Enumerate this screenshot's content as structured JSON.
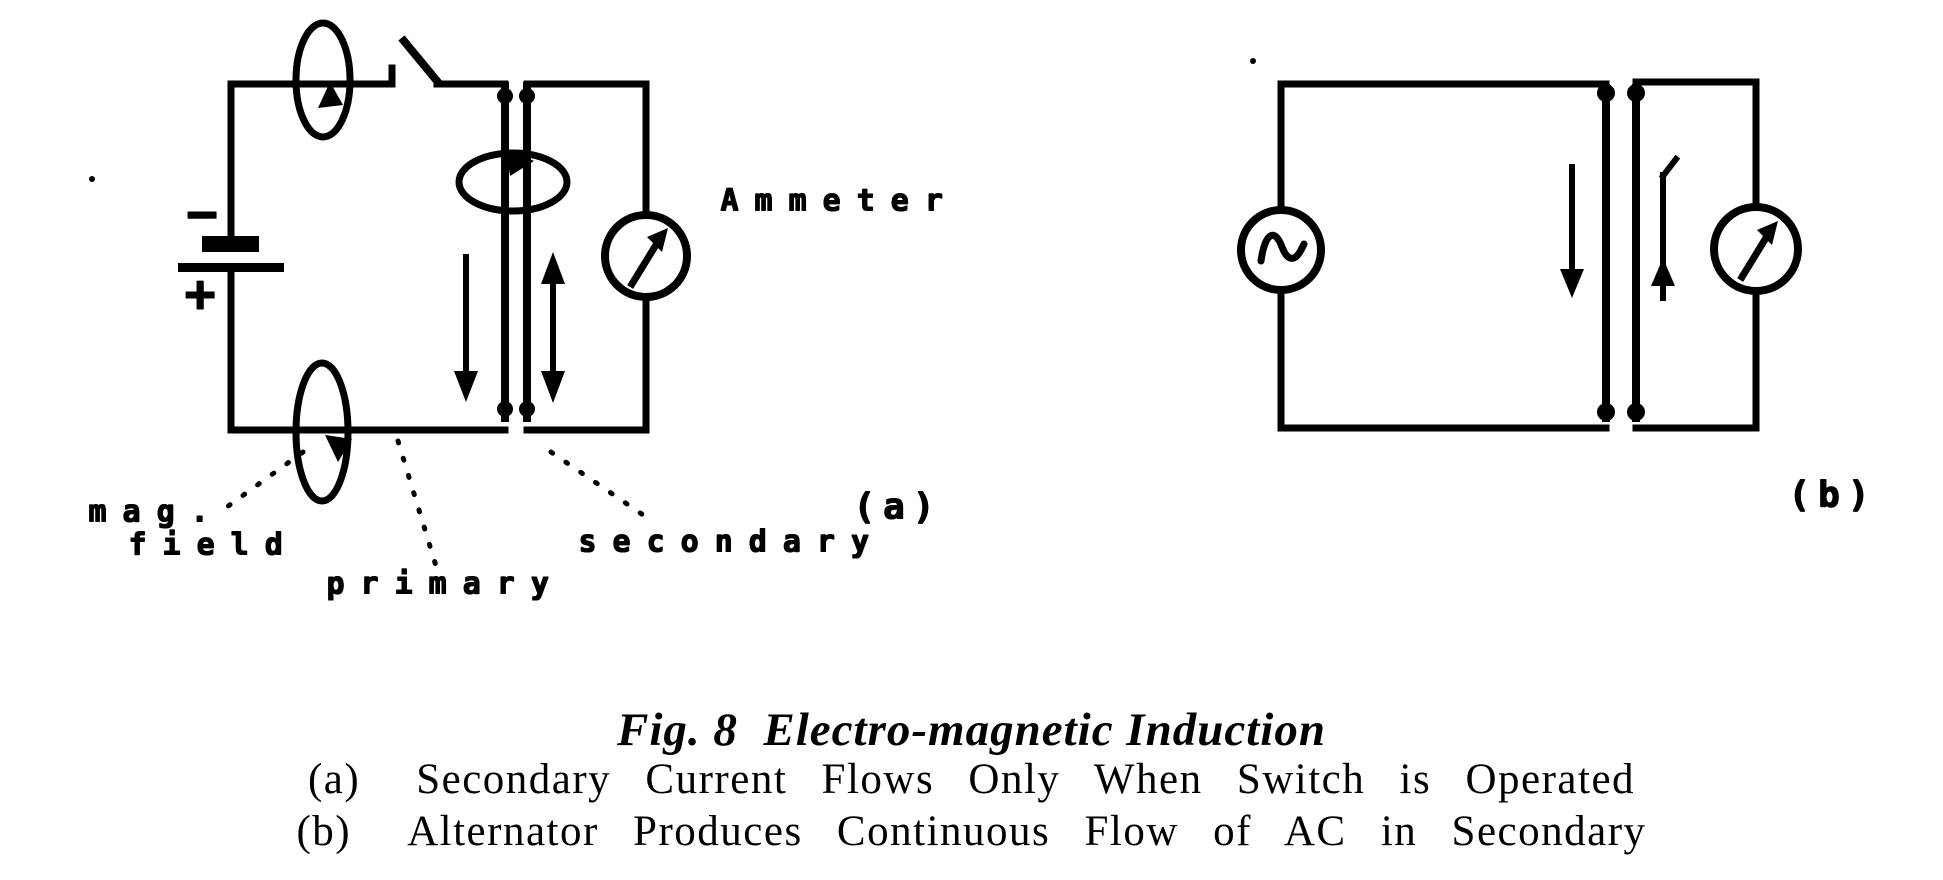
{
  "figure": {
    "title": "Fig. 8  Electro-magnetic Induction",
    "captions": [
      {
        "prefix": "(a)",
        "text": "Secondary Current Flows Only When Switch is Operated"
      },
      {
        "prefix": "(b)",
        "text": "Alternator Produces Continuous Flow of AC in Secondary"
      }
    ]
  },
  "circuit_a": {
    "panel_label": "(a)",
    "ammeter_label": "Ammeter",
    "mag_field_label_line1": "mag.",
    "mag_field_label_line2": "field",
    "primary_label": "primary",
    "secondary_label": "secondary",
    "battery": {
      "negative": "−",
      "positive": "+"
    }
  },
  "circuit_b": {
    "panel_label": "(b)"
  },
  "colors": {
    "ink": "#000000",
    "paper": "#ffffff"
  }
}
